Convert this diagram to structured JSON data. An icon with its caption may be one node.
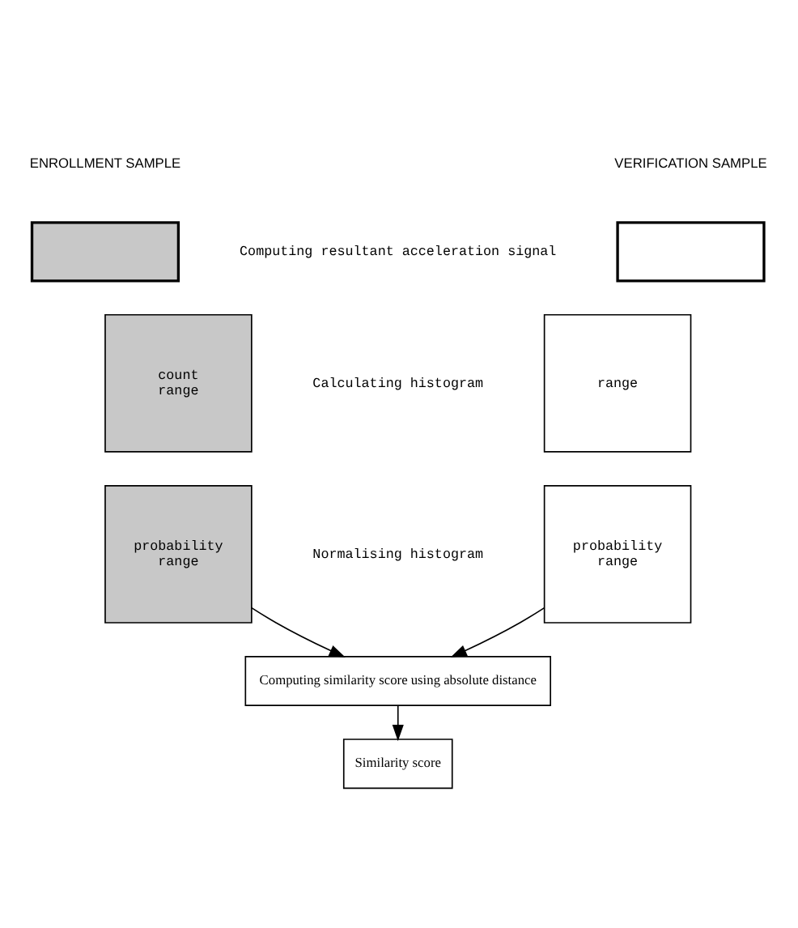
{
  "diagram": {
    "nodes": [
      {
        "text": [],
        "shape": "box"
      },
      {
        "text": [],
        "shape": "box"
      },
      {
        "text": [
          "count",
          "range"
        ]
      },
      {
        "text": [
          "range"
        ]
      },
      {
        "text": [
          "probability",
          "range"
        ]
      },
      {
        "text": [
          "probability",
          "range"
        ]
      },
      {
        "text": [
          "Computing similarity score using absolute distance"
        ]
      },
      {
        "text": [
          "Similarity score"
        ]
      }
    ],
    "edges": [
      {
        "from": 4,
        "to": 6,
        "arrow": "to"
      },
      {
        "from": 5,
        "to": 6,
        "arrow": "to"
      },
      {
        "from": 6,
        "to": 7,
        "arrow": "to"
      }
    ],
    "labels": [
      "ENROLLMENT SAMPLE",
      "VERIFICATION SAMPLE",
      "Computing resultant acceleration signal",
      "Calculating histogram",
      "Normalising histogram"
    ]
  }
}
